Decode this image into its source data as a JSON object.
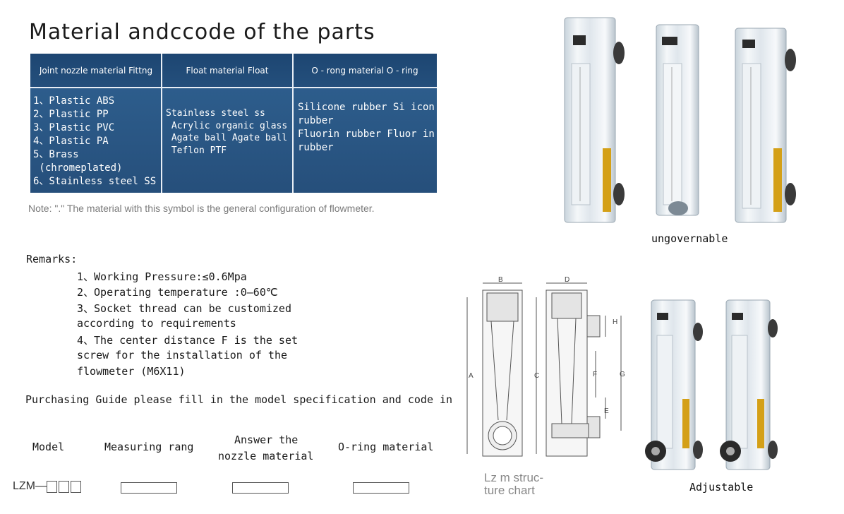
{
  "title": "Material andccode of the parts",
  "table": {
    "headers": [
      "Joint nozzle material Fittng",
      "Float material Float",
      "O - rong material O - ring"
    ],
    "col1": "1、Plastic ABS\n2、Plastic PP\n3、Plastic PVC\n4、Plastic PA\n5、Brass\n (chromeplated)\n6、Stainless steel SS",
    "col2": "Stainless steel ss\n Acrylic organic glass\n Agate ball Agate ball\n Teflon PTF",
    "col3": "Silicone rubber Si icon\nrubber\nFluorin rubber Fluor in\nrubber"
  },
  "note": "Note: \".\" The material with this symbol is the general configuration of flowmeter.",
  "remarks": {
    "heading": "Remarks:",
    "lines": [
      "1、Working Pressure:≤0.6Mpa",
      "2、Operating temperature :0—60℃",
      "3、Socket thread can be customized",
      "according to requirements",
      "4、The center distance F is the set",
      "screw for the installation of the",
      "flowmeter (M6X11)"
    ]
  },
  "purchasing": "Purchasing Guide please fill in the model specification and code in",
  "order": {
    "model": "Model",
    "range": "Measuring rang",
    "nozzle_line1": "Answer the",
    "nozzle_line2": "nozzle material",
    "oring": "O-ring material",
    "lzm_prefix": "LZM—"
  },
  "captions": {
    "top": "ungovernable",
    "bottom": "Adjustable",
    "structure_line1": "Lz m struc-",
    "structure_line2": "ture chart"
  },
  "diagram_labels": {
    "A": "A",
    "B": "B",
    "C": "C",
    "D": "D",
    "E": "E",
    "F": "F",
    "G": "G",
    "H": "H"
  },
  "colors": {
    "table_bg": "#2b5a86",
    "table_header": "#1d4672",
    "warning_label": "#d4a017"
  }
}
